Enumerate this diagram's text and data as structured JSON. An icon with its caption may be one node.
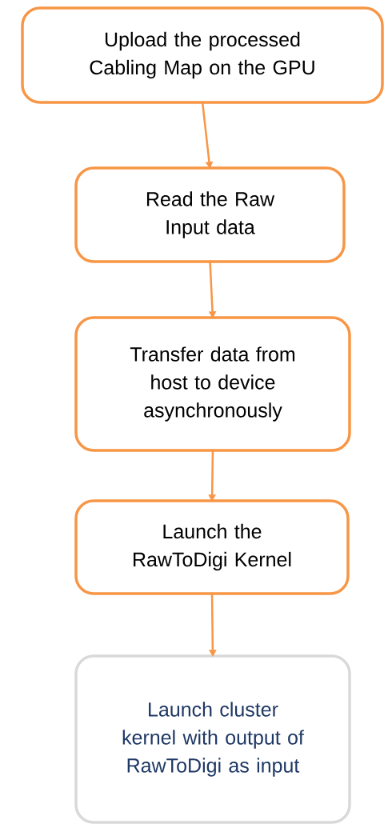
{
  "diagram": {
    "nodes": [
      {
        "text": [
          "Upload the processed Cabling Map on the GPU"
        ]
      },
      {
        "text": [
          "Read the Raw Input data"
        ]
      },
      {
        "text": [
          "Transfer data from host to device asynchronously"
        ]
      },
      {
        "text": [
          "Launch the RawToDigi Kernel"
        ]
      },
      {
        "text": [
          "Launch cluster kernel with output of RawToDigi as input"
        ]
      }
    ],
    "edges": [
      {
        "from": 0,
        "to": 1,
        "arrow": "to"
      },
      {
        "from": 1,
        "to": 2,
        "arrow": "to"
      },
      {
        "from": 2,
        "to": 3,
        "arrow": "to"
      },
      {
        "from": 3,
        "to": 4,
        "arrow": "to"
      }
    ]
  }
}
